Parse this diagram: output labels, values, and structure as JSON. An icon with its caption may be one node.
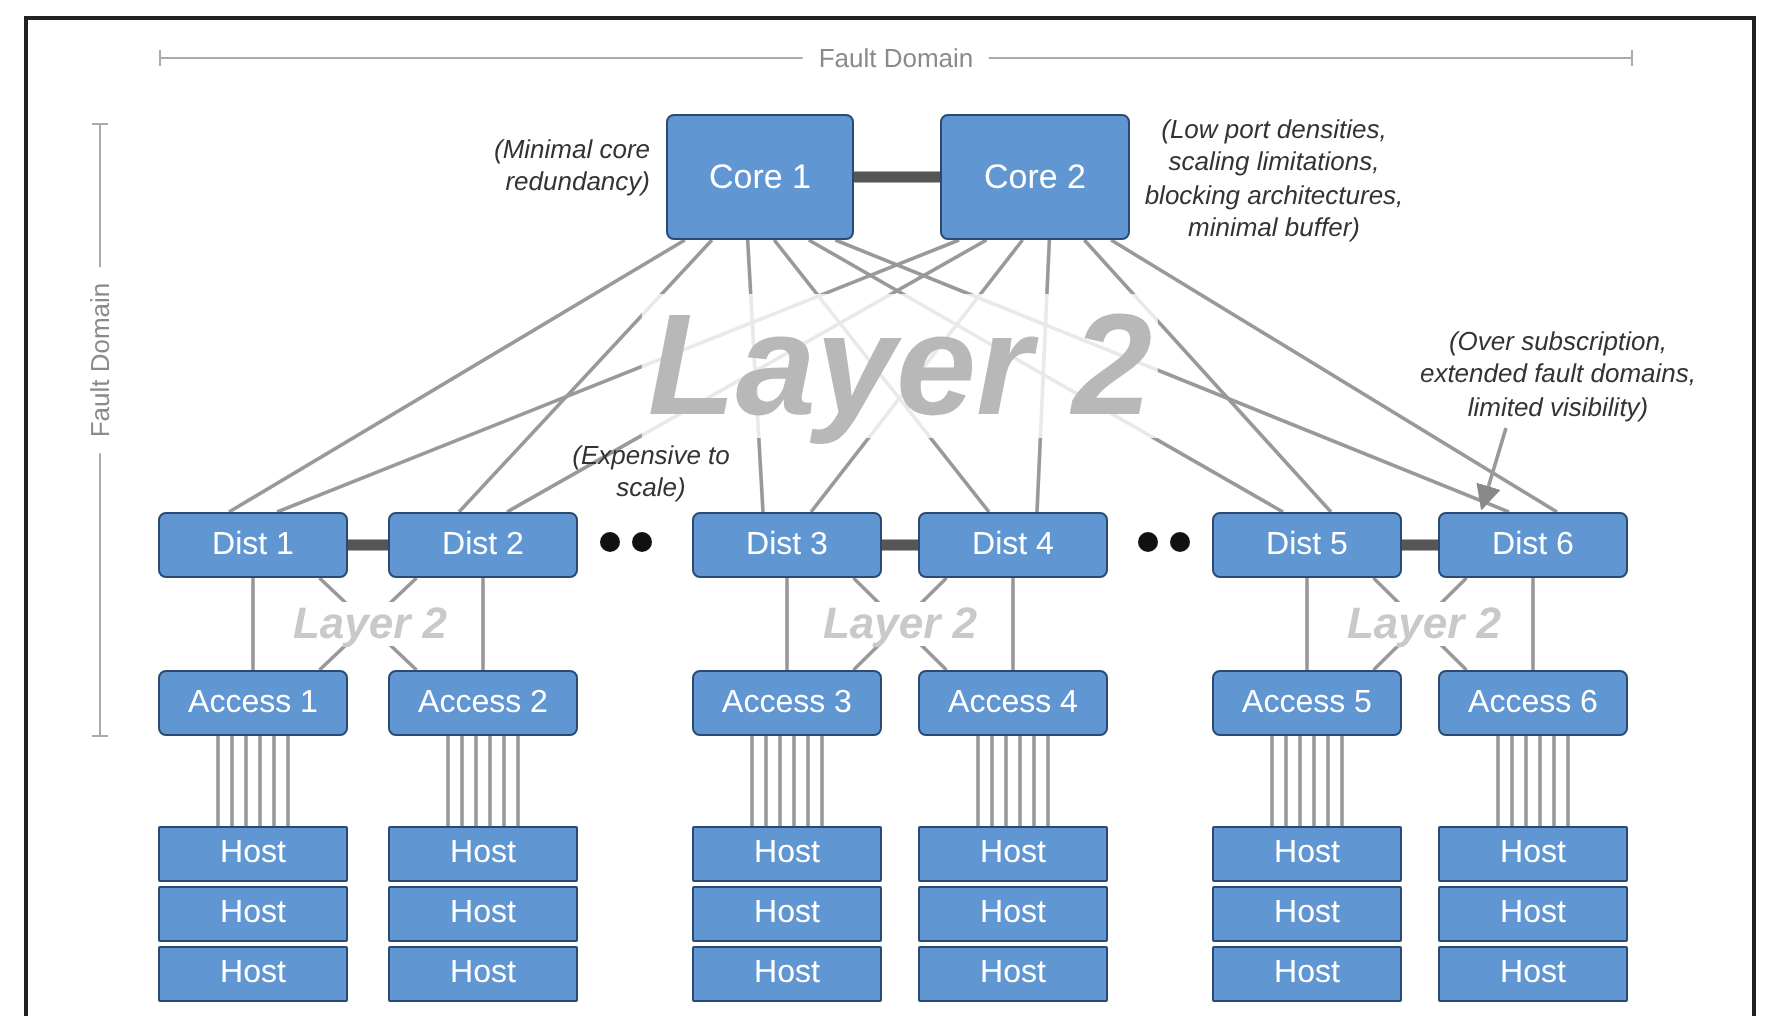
{
  "diagram": {
    "nodes": [
      {
        "text": [
          "Core 1"
        ]
      },
      {
        "text": [
          "Core 2"
        ]
      },
      {
        "text": [
          "Dist 1"
        ]
      },
      {
        "text": [
          "Dist 2"
        ]
      },
      {
        "text": [
          "Dist 3"
        ]
      },
      {
        "text": [
          "Dist 4"
        ]
      },
      {
        "text": [
          "Dist 5"
        ]
      },
      {
        "text": [
          "Dist 6"
        ]
      },
      {
        "text": [
          "Access 1"
        ]
      },
      {
        "text": [
          "Access 2"
        ]
      },
      {
        "text": [
          "Access 3"
        ]
      },
      {
        "text": [
          "Access 4"
        ]
      },
      {
        "text": [
          "Access 5"
        ]
      },
      {
        "text": [
          "Access 6"
        ]
      },
      {
        "text": [
          "Host"
        ]
      },
      {
        "text": [
          "Host"
        ]
      },
      {
        "text": [
          "Host"
        ]
      },
      {
        "text": [
          "Host"
        ]
      },
      {
        "text": [
          "Host"
        ]
      },
      {
        "text": [
          "Host"
        ]
      },
      {
        "text": [
          "Host"
        ]
      },
      {
        "text": [
          "Host"
        ]
      },
      {
        "text": [
          "Host"
        ]
      },
      {
        "text": [
          "Host"
        ]
      },
      {
        "text": [
          "Host"
        ]
      },
      {
        "text": [
          "Host"
        ]
      },
      {
        "text": [
          "Host"
        ]
      },
      {
        "text": [
          "Host"
        ]
      },
      {
        "text": [
          "Host"
        ]
      },
      {
        "text": [
          "Host"
        ]
      },
      {
        "text": [
          "Host"
        ]
      },
      {
        "text": [
          "Host"
        ]
      },
      {
        "text": [
          "(Over subscription, extended fault domains, limited visibility)"
        ]
      }
    ],
    "edges": [
      {
        "from": 0,
        "to": 1,
        "arrow": "none",
        "style": "thick"
      },
      {
        "from": 0,
        "to": 2,
        "arrow": "none"
      },
      {
        "from": 0,
        "to": 3,
        "arrow": "none"
      },
      {
        "from": 0,
        "to": 4,
        "arrow": "none"
      },
      {
        "from": 0,
        "to": 5,
        "arrow": "none"
      },
      {
        "from": 0,
        "to": 6,
        "arrow": "none"
      },
      {
        "from": 0,
        "to": 7,
        "arrow": "none"
      },
      {
        "from": 1,
        "to": 2,
        "arrow": "none"
      },
      {
        "from": 1,
        "to": 3,
        "arrow": "none"
      },
      {
        "from": 1,
        "to": 4,
        "arrow": "none"
      },
      {
        "from": 1,
        "to": 5,
        "arrow": "none"
      },
      {
        "from": 1,
        "to": 6,
        "arrow": "none"
      },
      {
        "from": 1,
        "to": 7,
        "arrow": "none"
      },
      {
        "from": 2,
        "to": 8,
        "arrow": "none"
      },
      {
        "from": 2,
        "to": 9,
        "arrow": "none"
      },
      {
        "from": 3,
        "to": 8,
        "arrow": "none"
      },
      {
        "from": 3,
        "to": 9,
        "arrow": "none"
      },
      {
        "from": 4,
        "to": 10,
        "arrow": "none"
      },
      {
        "from": 4,
        "to": 11,
        "arrow": "none"
      },
      {
        "from": 5,
        "to": 10,
        "arrow": "none"
      },
      {
        "from": 5,
        "to": 11,
        "arrow": "none"
      },
      {
        "from": 6,
        "to": 12,
        "arrow": "none"
      },
      {
        "from": 6,
        "to": 13,
        "arrow": "none"
      },
      {
        "from": 7,
        "to": 12,
        "arrow": "none"
      },
      {
        "from": 7,
        "to": 13,
        "arrow": "none"
      },
      {
        "from": 2,
        "to": 3,
        "arrow": "none",
        "style": "thick"
      },
      {
        "from": 4,
        "to": 5,
        "arrow": "none",
        "style": "thick"
      },
      {
        "from": 6,
        "to": 7,
        "arrow": "none",
        "style": "thick"
      },
      {
        "from": 8,
        "to": 14,
        "arrow": "none"
      },
      {
        "from": 9,
        "to": 15,
        "arrow": "none"
      },
      {
        "from": 10,
        "to": 16,
        "arrow": "none"
      },
      {
        "from": 11,
        "to": 17,
        "arrow": "none"
      },
      {
        "from": 12,
        "to": 18,
        "arrow": "none"
      },
      {
        "from": 13,
        "to": 19,
        "arrow": "none"
      },
      {
        "from": 32,
        "to": 7,
        "arrow": "to"
      }
    ],
    "labels": [
      "Fault Domain",
      "Fault Domain",
      "(Minimal core redundancy)",
      "(Low port densities, scaling limitations, blocking architectures, minimal buffer)",
      "Layer 2",
      "(Expensive to scale)",
      "Layer 2",
      "Layer 2",
      "Layer 2"
    ]
  }
}
